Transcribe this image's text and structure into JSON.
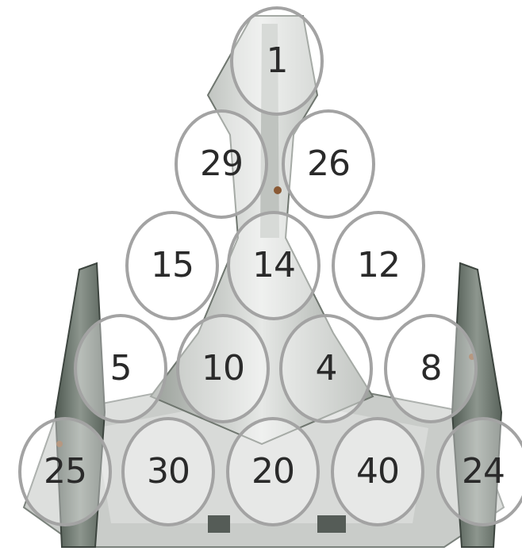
{
  "board": {
    "rows": [
      [
        "1"
      ],
      [
        "29",
        "26"
      ],
      [
        "15",
        "14",
        "12"
      ],
      [
        "5",
        "10",
        "4",
        "8"
      ],
      [
        "25",
        "30",
        "20",
        "40",
        "24"
      ]
    ]
  }
}
